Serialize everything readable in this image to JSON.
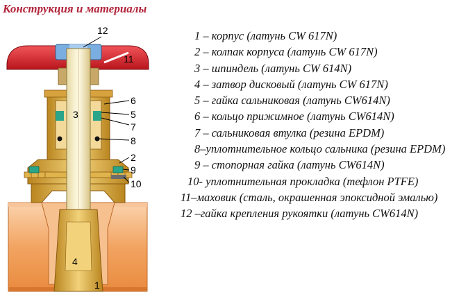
{
  "title": "Конструкция и материалы",
  "diagram": {
    "part_numbers": [
      "1",
      "2",
      "3",
      "4",
      "5",
      "6",
      "7",
      "8",
      "9",
      "10",
      "11",
      "12"
    ]
  },
  "legend": [
    "1 – корпус (латунь  CW 617N)",
    "2 – колпак корпуса (латунь CW 617N)",
    "3 – шпиндель (латунь  CW 614N)",
    "4 – затвор дисковый (латунь CW 617N)",
    "5 – гайка сальниковая (латунь CW614N)",
    "6 – кольцо прижимное (латунь CW614N)",
    "7 – сальниковая втулка (резина EPDM)",
    "8–уплотнительное кольцо сальника (резина EPDM)",
    "9 – стопорная гайка (латунь CW614N)",
    "10- уплотнительная прокладка (тефлон PTFE)",
    "11–маховик (сталь, окрашенная эпоксидной эмалью)",
    "12 –гайка крепления рукоятки (латунь CW614N)"
  ],
  "colors": {
    "title": "#b2243a",
    "body_orange": "#f4b27a",
    "brass": "#d9a53a",
    "handwheel_red": "#d9262c",
    "nut_blue": "#7aaee0",
    "seal_teal": "#2aa58a"
  }
}
